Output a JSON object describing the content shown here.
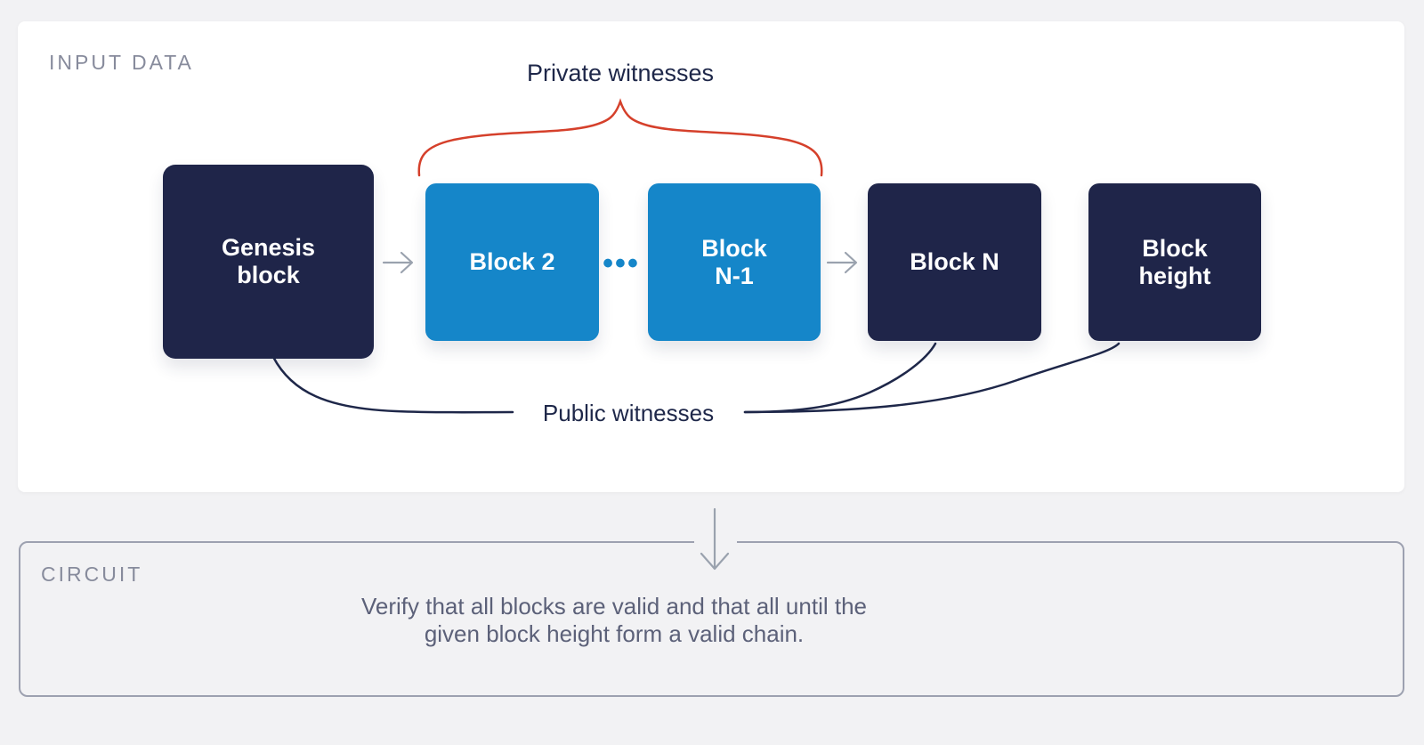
{
  "input_panel": {
    "label": "INPUT DATA"
  },
  "circuit_panel": {
    "label": "CIRCUIT",
    "description": "Verify that all blocks are valid and that all until the\ngiven block height form a valid chain."
  },
  "annotations": {
    "private_witnesses": "Private witnesses",
    "public_witnesses": "Public witnesses",
    "ellipsis": "•••"
  },
  "blocks": [
    {
      "id": "genesis-block",
      "label": "Genesis\nblock",
      "style": "dark"
    },
    {
      "id": "block-2",
      "label": "Block 2",
      "style": "blue"
    },
    {
      "id": "block-n-1",
      "label": "Block\nN-1",
      "style": "blue"
    },
    {
      "id": "block-n",
      "label": "Block N",
      "style": "dark"
    },
    {
      "id": "block-height",
      "label": "Block\nheight",
      "style": "dark"
    }
  ],
  "colors": {
    "background": "#f2f2f4",
    "card": "#ffffff",
    "dark_block": "#1f2549",
    "blue_block": "#1586c9",
    "brace_red": "#d5402b",
    "arrow_gray": "#9aa2ae",
    "label_gray": "#878b9c",
    "body_text": "#5c6179",
    "line_navy": "#1e2749",
    "circuit_border": "#9da1b0"
  }
}
